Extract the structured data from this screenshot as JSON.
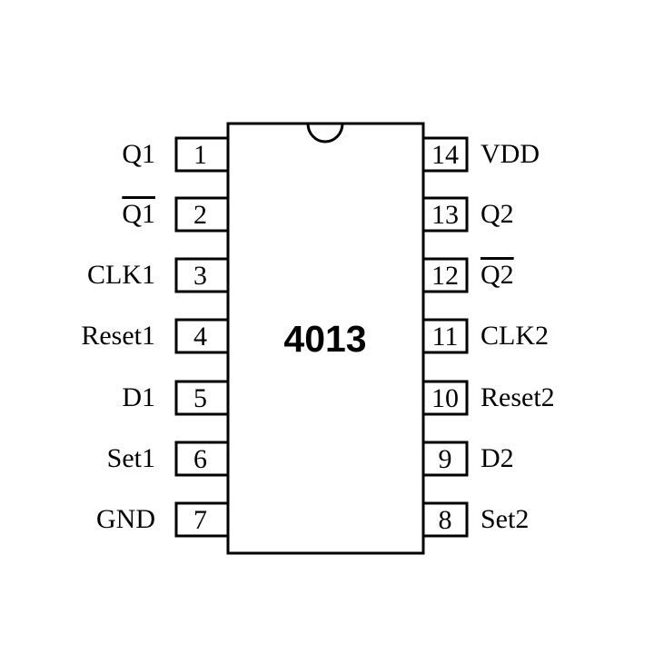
{
  "chip": {
    "part_number": "4013",
    "notch": true
  },
  "pins": {
    "left": [
      {
        "number": "1",
        "name": "Q1",
        "overbar": false
      },
      {
        "number": "2",
        "name": "Q1",
        "overbar": true
      },
      {
        "number": "3",
        "name": "CLK1",
        "overbar": false
      },
      {
        "number": "4",
        "name": "Reset1",
        "overbar": false
      },
      {
        "number": "5",
        "name": "D1",
        "overbar": false
      },
      {
        "number": "6",
        "name": "Set1",
        "overbar": false
      },
      {
        "number": "7",
        "name": "GND",
        "overbar": false
      }
    ],
    "right": [
      {
        "number": "14",
        "name": "VDD",
        "overbar": false
      },
      {
        "number": "13",
        "name": "Q2",
        "overbar": false
      },
      {
        "number": "12",
        "name": "Q2",
        "overbar": true
      },
      {
        "number": "11",
        "name": "CLK2",
        "overbar": false
      },
      {
        "number": "10",
        "name": "Reset2",
        "overbar": false
      },
      {
        "number": "9",
        "name": "D2",
        "overbar": false
      },
      {
        "number": "8",
        "name": "Set2",
        "overbar": false
      }
    ]
  },
  "colors": {
    "stroke": "#000000",
    "background": "#ffffff"
  }
}
